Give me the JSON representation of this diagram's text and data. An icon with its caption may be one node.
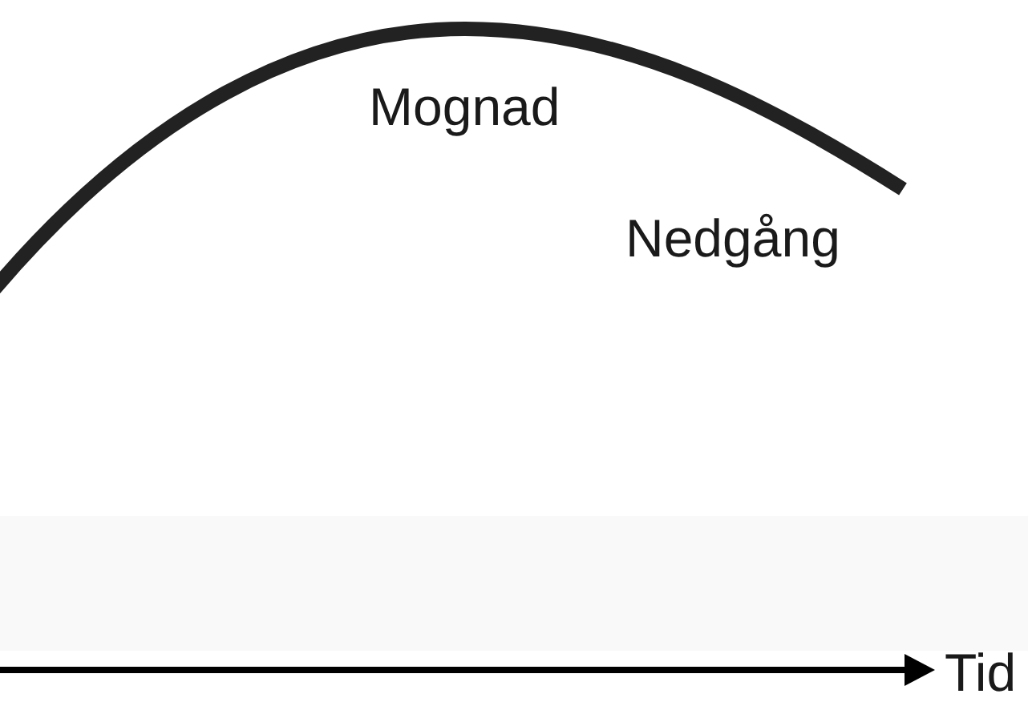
{
  "diagram": {
    "labels": [
      "Mognad",
      "Nedgång",
      "Tid"
    ]
  }
}
